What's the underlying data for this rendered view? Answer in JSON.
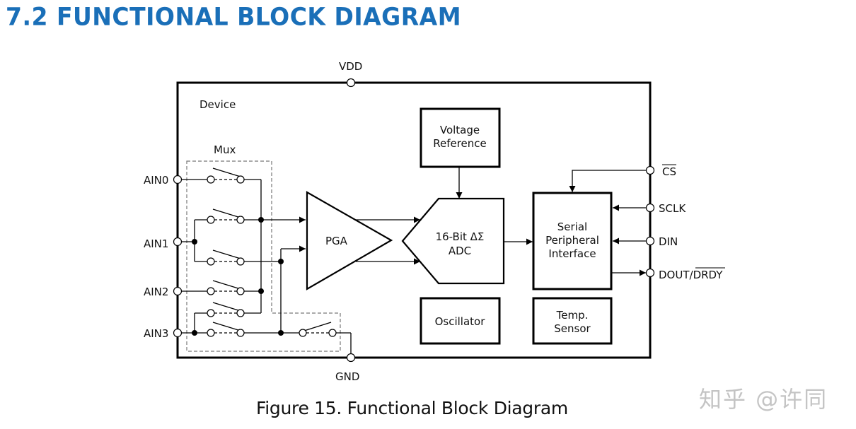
{
  "heading": "7.2 FUNCTIONAL BLOCK DIAGRAM",
  "caption": "Figure 15. Functional Block Diagram",
  "watermark": "知乎 @许同",
  "colors": {
    "heading": "#1a6fb8",
    "lines": "#000000",
    "mux_border": "#777777",
    "watermark": "#c4c4c4"
  },
  "diagram": {
    "device_label": "Device",
    "mux_label": "Mux",
    "power_pins": {
      "top": "VDD",
      "bottom": "GND"
    },
    "analog_inputs": [
      "AIN0",
      "AIN1",
      "AIN2",
      "AIN3"
    ],
    "blocks": {
      "pga": "PGA",
      "voltage_reference": [
        "Voltage",
        "Reference"
      ],
      "adc": [
        "16-Bit ΔΣ",
        "ADC"
      ],
      "spi": [
        "Serial",
        "Peripheral",
        "Interface"
      ],
      "oscillator": "Oscillator",
      "temp_sensor": [
        "Temp.",
        "Sensor"
      ]
    },
    "digital_pins": {
      "cs": "CS",
      "sclk": "SCLK",
      "din": "DIN",
      "dout": "DOUT/",
      "drdy": "DRDY"
    }
  }
}
